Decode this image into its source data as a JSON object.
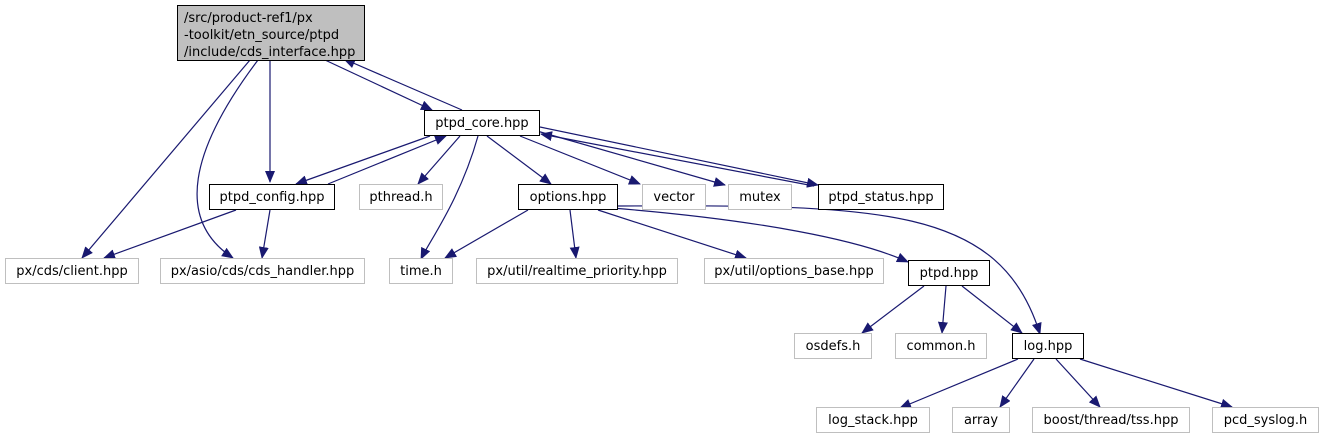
{
  "root": {
    "lines": [
      "/src/product-ref1/px",
      "-toolkit/etn_source/ptpd",
      "/include/cds_interface.hpp"
    ]
  },
  "nodes": {
    "ptpd_core": "ptpd_core.hpp",
    "ptpd_config": "ptpd_config.hpp",
    "pthread": "pthread.h",
    "options": "options.hpp",
    "vector": "vector",
    "mutex": "mutex",
    "ptpd_status": "ptpd_status.hpp",
    "client": "px/cds/client.hpp",
    "cds_handler": "px/asio/cds/cds_handler.hpp",
    "time": "time.h",
    "realtime": "px/util/realtime_priority.hpp",
    "options_base": "px/util/options_base.hpp",
    "ptpd": "ptpd.hpp",
    "osdefs": "osdefs.h",
    "common": "common.h",
    "log": "log.hpp",
    "log_stack": "log_stack.hpp",
    "array": "array",
    "tss": "boost/thread/tss.hpp",
    "pcd_syslog": "pcd_syslog.h"
  },
  "colors": {
    "edge": "#191970",
    "external_border": "#bfbfbf",
    "root_fill": "#bfbfbf"
  }
}
